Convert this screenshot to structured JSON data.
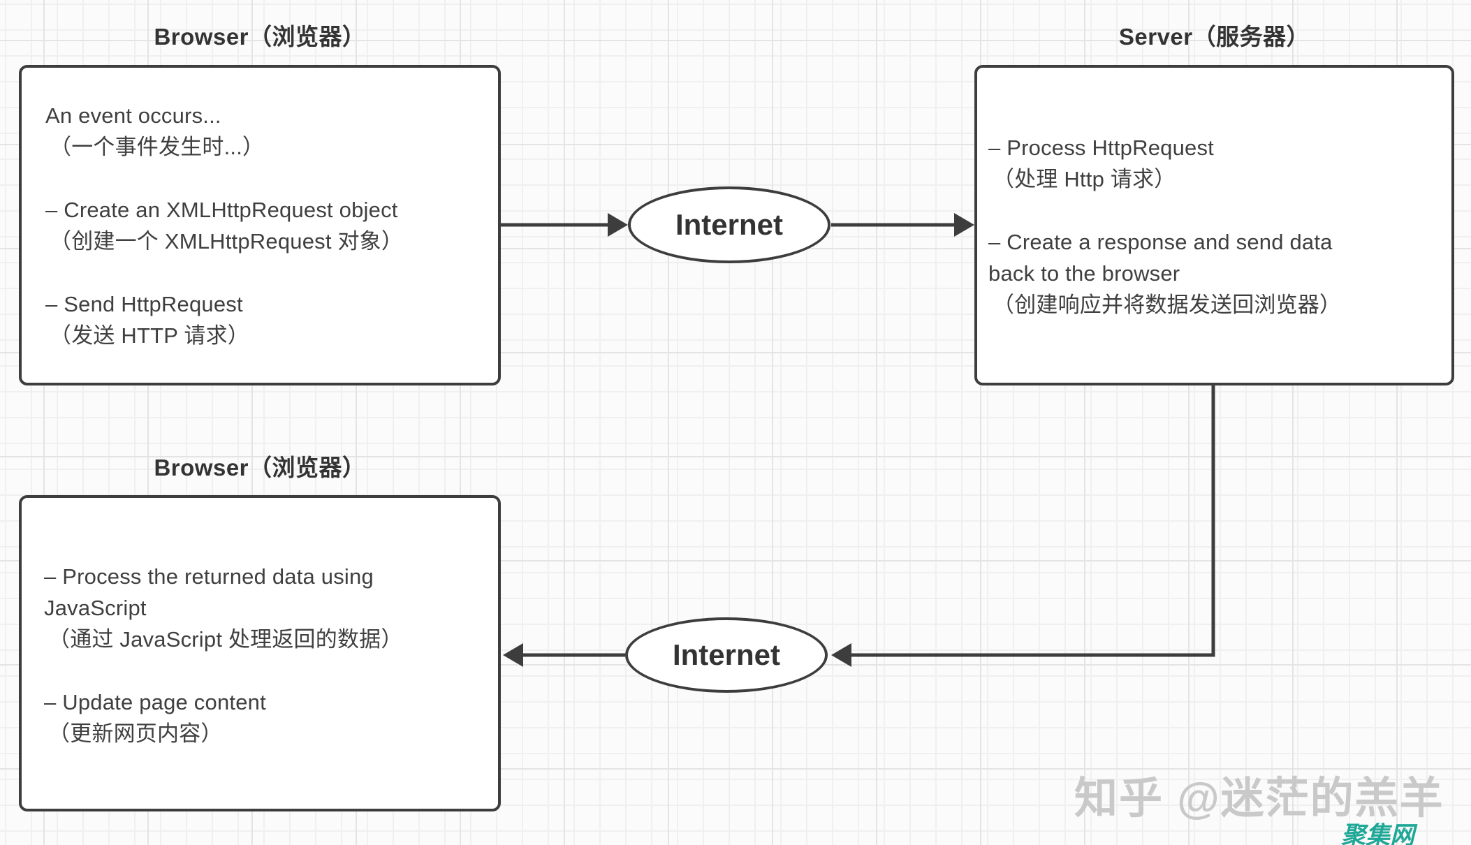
{
  "diagram": {
    "description_type": "flow-diagram",
    "nodes": {
      "browser_top": {
        "title": "Browser（浏览器）",
        "lines": [
          "An event occurs...",
          "（一个事件发生时...）",
          "– Create an XMLHttpRequest object",
          "（创建一个 XMLHttpRequest 对象）",
          "– Send HttpRequest",
          "（发送 HTTP 请求）"
        ]
      },
      "server": {
        "title": "Server（服务器）",
        "lines": [
          "– Process HttpRequest",
          "（处理 Http 请求）",
          "– Create a response and send data",
          "back to the browser",
          "（创建响应并将数据发送回浏览器）"
        ]
      },
      "browser_bottom": {
        "title": "Browser（浏览器）",
        "lines": [
          "– Process the returned data using",
          "JavaScript",
          "（通过 JavaScript 处理返回的数据）",
          "– Update page content",
          "（更新网页内容）"
        ]
      },
      "internet_top": {
        "label": "Internet"
      },
      "internet_bottom": {
        "label": "Internet"
      }
    },
    "edges": [
      "browser_top -> internet_top",
      "internet_top -> server",
      "server -> internet_bottom",
      "internet_bottom -> browser_bottom"
    ]
  },
  "watermark": {
    "zhihu": "知乎 @迷茫的羔羊",
    "site": "聚集网"
  },
  "colors": {
    "line": "#3d3d3d",
    "text": "#3f3f3f",
    "title": "#333333",
    "boxfill": "#ffffff",
    "bg": "#fbfbfb",
    "gridminor": "#f0f0f0",
    "gridmajor": "#e4e4e4",
    "wmgray": "#c9c9c9",
    "wmteal": "#1fa897"
  }
}
